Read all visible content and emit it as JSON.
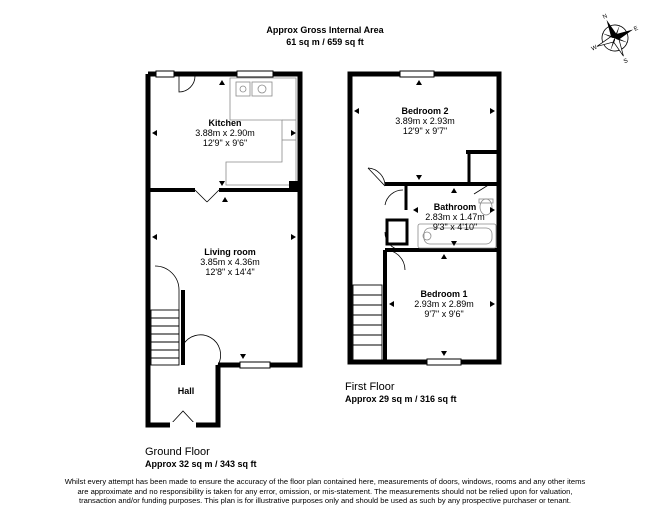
{
  "header": {
    "gross_area_title": "Approx Gross Internal Area",
    "gross_area_value": "61 sq m / 659 sq ft"
  },
  "compass": {
    "icon": "compass-rose-icon",
    "labels": [
      "N",
      "E",
      "S",
      "W"
    ]
  },
  "ground_floor": {
    "title": "Ground Floor",
    "area": "Approx 32 sq m / 343 sq ft",
    "rooms": [
      {
        "name": "Kitchen",
        "metric": "3.88m x 2.90m",
        "imperial": "12'9\" x 9'6\""
      },
      {
        "name": "Living room",
        "metric": "3.85m x 4.36m",
        "imperial": "12'8\" x 14'4\""
      },
      {
        "name": "Hall",
        "metric": "",
        "imperial": ""
      }
    ]
  },
  "first_floor": {
    "title": "First Floor",
    "area": "Approx 29 sq m / 316 sq ft",
    "rooms": [
      {
        "name": "Bedroom 2",
        "metric": "3.89m x 2.93m",
        "imperial": "12'9\" x 9'7\""
      },
      {
        "name": "Bathroom",
        "metric": "2.83m x 1.47m",
        "imperial": "9'3\" x 4'10\""
      },
      {
        "name": "Bedroom 1",
        "metric": "2.93m x 2.89m",
        "imperial": "9'7\" x 9'6\""
      }
    ]
  },
  "footer": {
    "disclaimer": "Whilst every attempt has been made to ensure the accuracy of the floor plan contained here, measurements of doors, windows, rooms and any other items are approximate and no responsibility is taken for any error, omission, or mis-statement. The measurements should not be relied upon for valuation, transaction and/or funding purposes. This plan is for illustrative purposes only and should be used as such by any prospective purchaser or tenant."
  },
  "colors": {
    "wall": "#000000",
    "background": "#ffffff",
    "fixture": "#8a8a8a"
  }
}
